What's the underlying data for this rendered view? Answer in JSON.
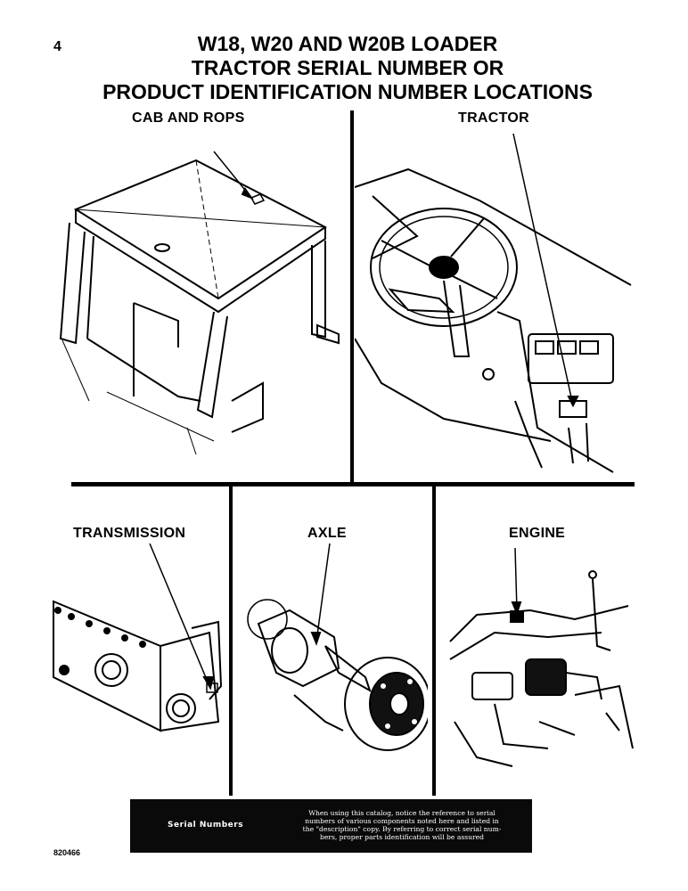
{
  "page_number": "4",
  "title": {
    "line1": "W18, W20 AND W20B LOADER",
    "line2": "TRACTOR SERIAL NUMBER OR",
    "line3": "PRODUCT IDENTIFICATION NUMBER LOCATIONS"
  },
  "panels": {
    "cab": "CAB AND ROPS",
    "tractor": "TRACTOR",
    "transmission": "TRANSMISSION",
    "axle": "AXLE",
    "engine": "ENGINE"
  },
  "footer": {
    "heading": "Serial Numbers",
    "lines": [
      "When using this catalog, notice the reference to serial",
      "numbers of various components noted here and listed in",
      "the \"description\" copy. By referring to correct serial num-",
      "bers, proper parts identification will be assured"
    ]
  },
  "document_code": "820466"
}
